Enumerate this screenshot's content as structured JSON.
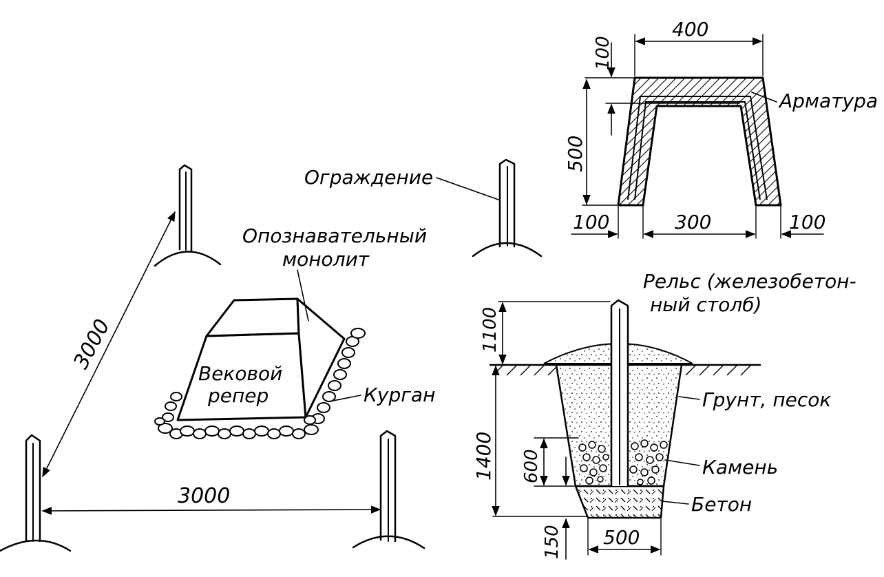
{
  "labels": {
    "fence": "Ограждение",
    "monolith_line1": "Опознавательный",
    "monolith_line2": "монолит",
    "benchmark_line1": "Вековой",
    "benchmark_line2": "репер",
    "mound": "Курган",
    "rebar": "Арматура",
    "rail_line1": "Рельс (железобетон-",
    "rail_line2": "ный  столб)",
    "soil_sand": "Грунт, песок",
    "stone": "Камень",
    "concrete": "Бетон"
  },
  "dimensions": {
    "fence_diag": "3000",
    "fence_bottom": "3000",
    "section_top": "400",
    "section_wall_thk": "100",
    "section_height": "500",
    "section_left_base": "100",
    "section_inner_base": "300",
    "section_right_base": "100",
    "post_above": "1100",
    "post_below": "1400",
    "stone_layer": "600",
    "concrete_layer": "150",
    "pit_bottom": "500"
  },
  "colors": {
    "ink": "#000000",
    "paper": "#ffffff"
  }
}
